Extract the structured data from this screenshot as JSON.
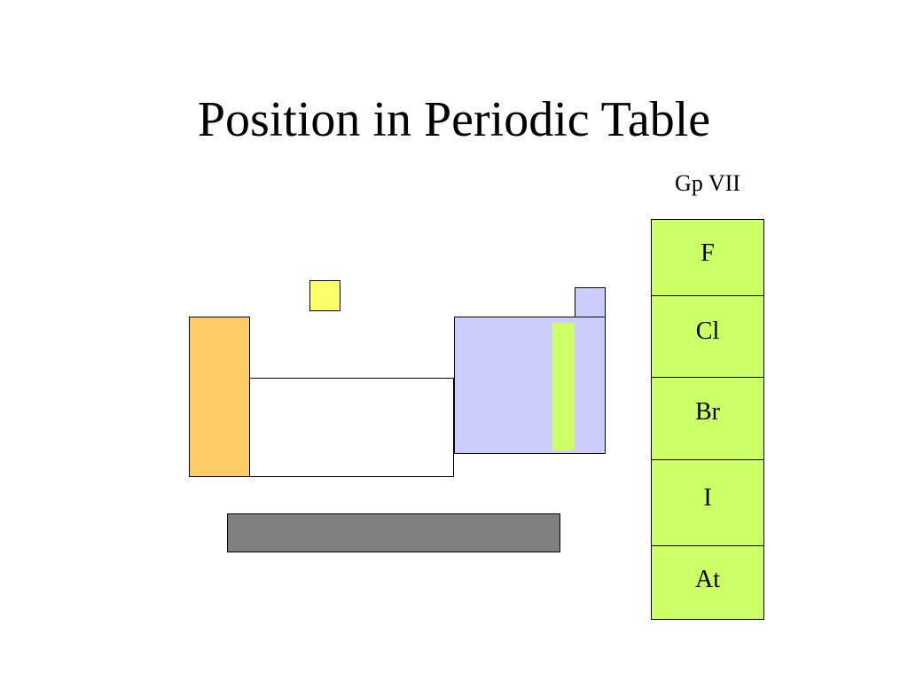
{
  "slide": {
    "title": "Position in Periodic Table",
    "group_label": "Gp VII"
  },
  "halogens": [
    "F",
    "Cl",
    "Br",
    "I",
    "At"
  ],
  "colors": {
    "background": "#ffffff",
    "s_block": "#ffcc66",
    "hydrogen": "#ffff66",
    "p_block": "#ccccff",
    "halogen_highlight": "#ccff66",
    "f_block": "#808080",
    "d_block": "#ffffff",
    "outline": "#000000"
  }
}
